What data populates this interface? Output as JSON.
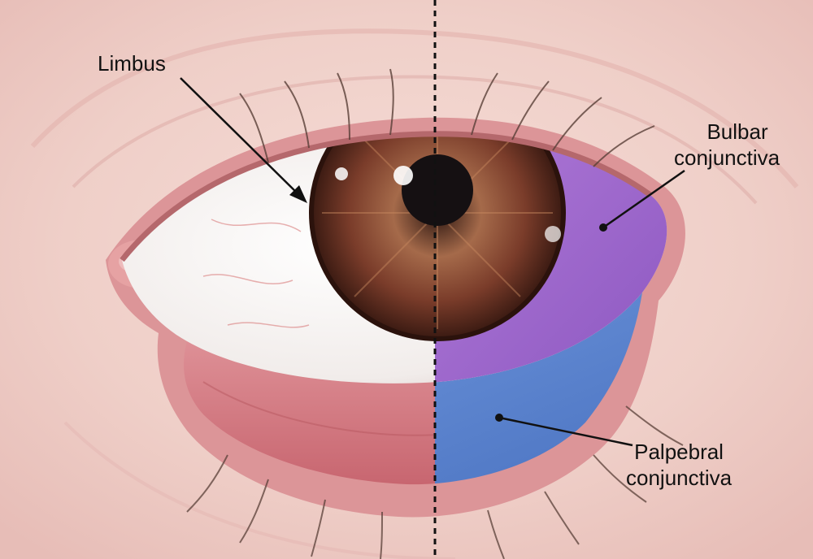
{
  "labels": {
    "limbus": "Limbus",
    "bulbar_line1": "Bulbar",
    "bulbar_line2": "conjunctiva",
    "palpebral_line1": "Palpebral",
    "palpebral_line2": "conjunctiva"
  },
  "colors": {
    "skin": "#f1d3cd",
    "lid_rim": "#d98a8c",
    "sclera": "#f4f0ee",
    "iris": "#6b3426",
    "pupil": "#151012",
    "bulbar_highlight": "#9b5fc8",
    "palpebral_highlight": "#5f86cf",
    "inner_lid": "#d9797f"
  }
}
